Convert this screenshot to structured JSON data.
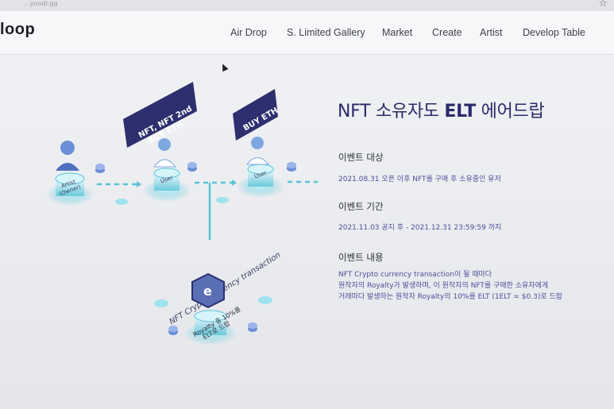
{
  "browser": {
    "url_fragment": "...yoodr.gg",
    "star_icon": "star-icon"
  },
  "header": {
    "logo": "loop",
    "nav": [
      "Air Drop",
      "S. Limited Gallery",
      "Market",
      "Create",
      "Artist",
      "Develop Table"
    ]
  },
  "diagram": {
    "banner_left": [
      "NFT, NFT 2nd",
      "BUY ETH"
    ],
    "banner_right": "BUY ETH",
    "artist_label": [
      "Artist",
      "(Owner)"
    ],
    "user_label": "User",
    "transaction_label": "NFT Crypto currency transaction",
    "royalty_label": [
      "Royalty 중 10%를",
      "ELT로 드랍"
    ],
    "colors": {
      "banner": "#2d2f6f",
      "accent": "#59c3d9",
      "coin": "#6b8fd6"
    }
  },
  "content": {
    "title_prefix": "NFT 소유자도 ",
    "title_bold": "ELT",
    "title_suffix": " 에어드랍",
    "target_heading": "이벤트 대상",
    "target_text": "2021.08.31 오픈 이후 NFT를 구매 후 소유중인 유저",
    "period_heading": "이벤트 기간",
    "period_text": "2021.11.03 공지 후 - 2021.12.31 23:59:59 까지",
    "content_heading": "이벤트 내용",
    "content_lines": [
      "NFT Crypto currency transaction이 될 때마다",
      "원작자의 Royalty가 발생하며, 이 원작자의 NFT를 구매한 소유자에게",
      "거래마다 발생하는 원작자 Royalty의 10%를 ELT (1ELT = $0.3)로 드랍"
    ]
  }
}
